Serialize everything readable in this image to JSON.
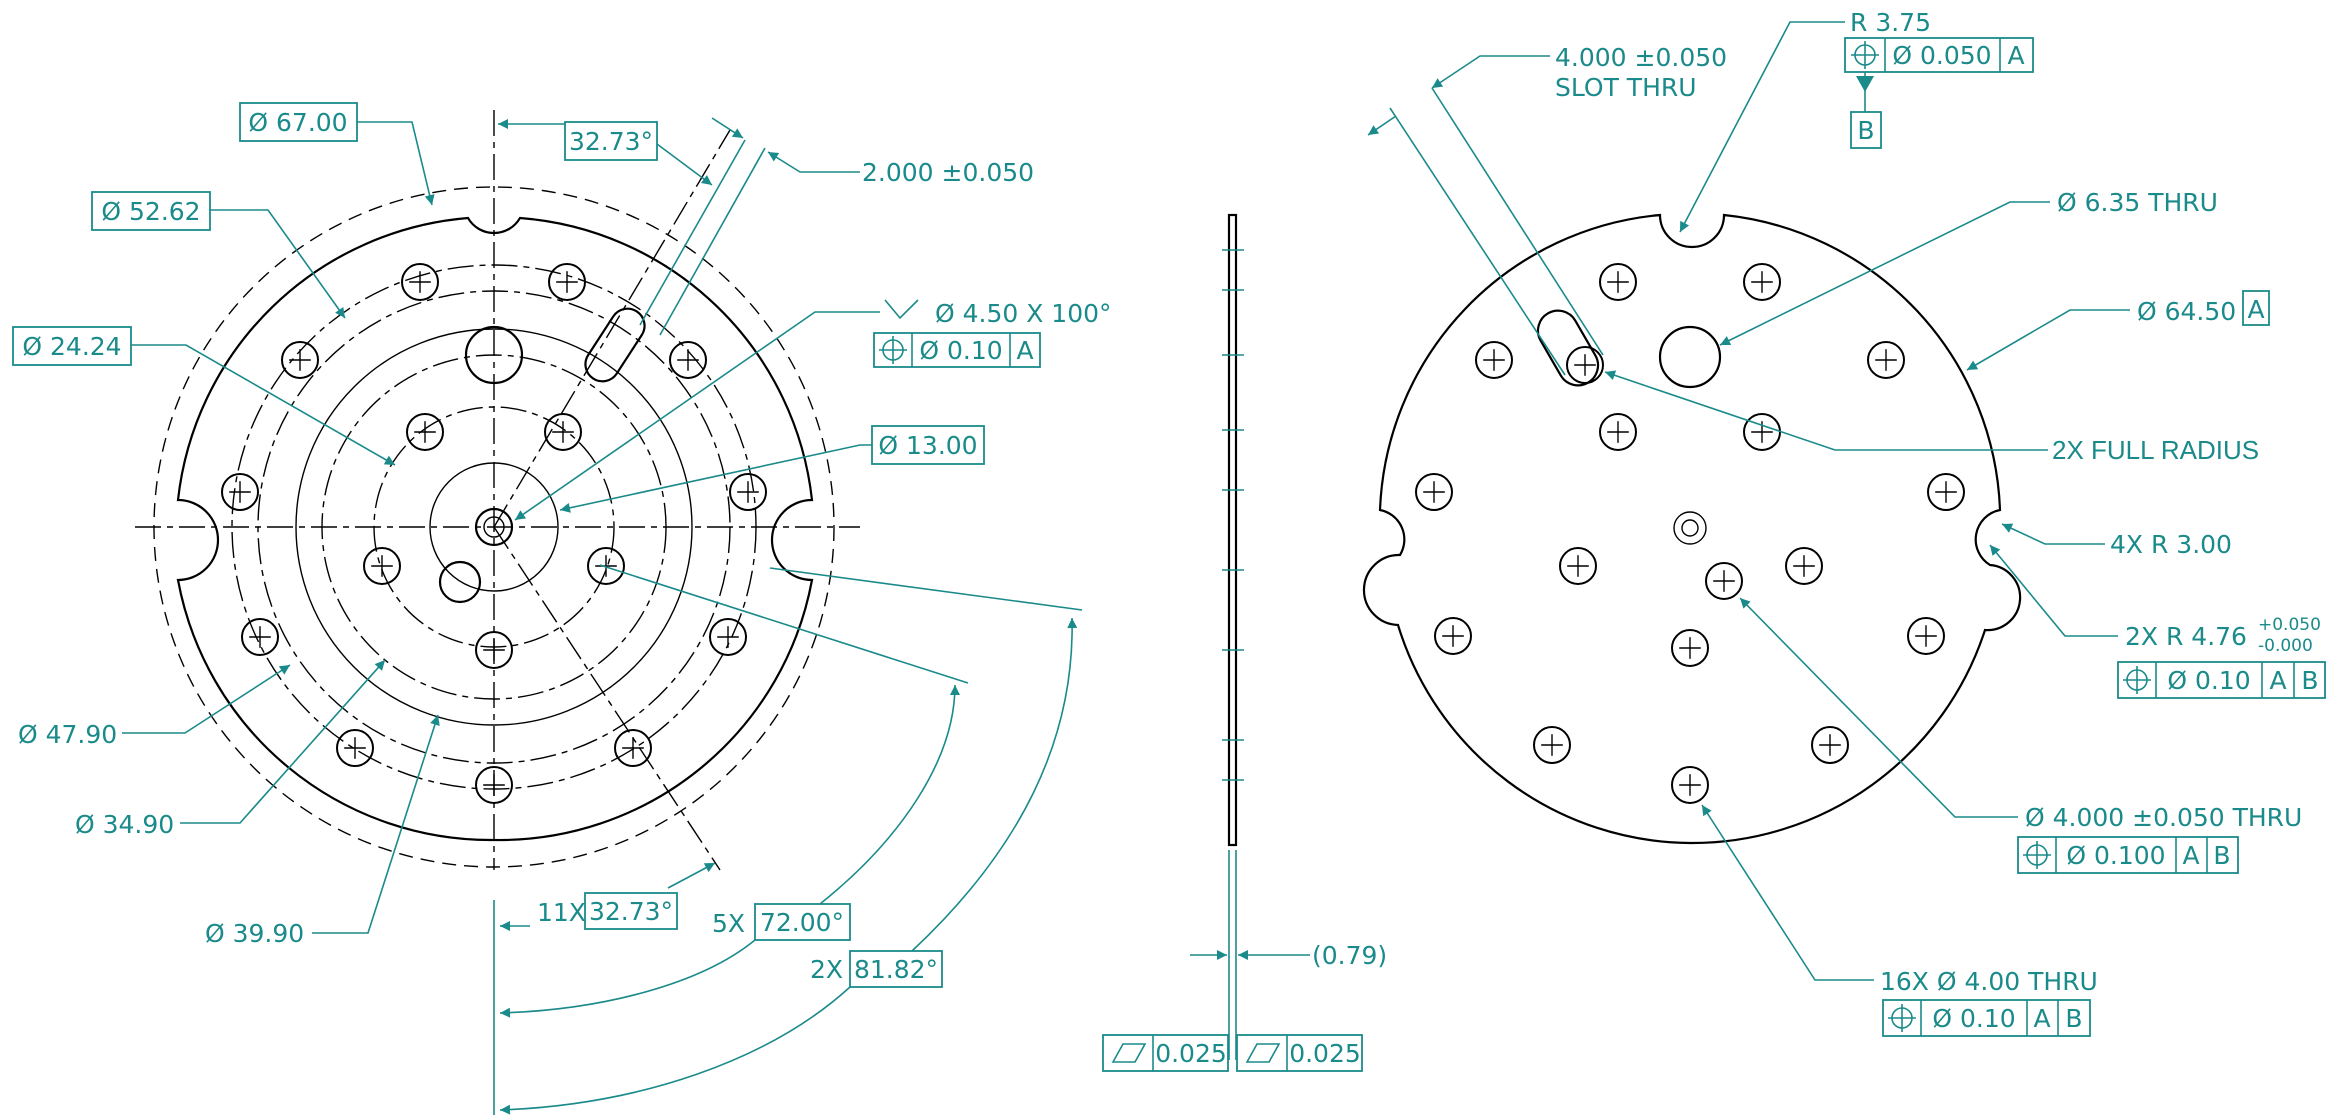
{
  "colors": {
    "annotation": "#1a8a8a",
    "geometry": "#000000",
    "background": "#ffffff"
  },
  "left_view": {
    "d67": "Ø 67.00",
    "d52": "Ø 52.62",
    "d24": "Ø 24.24",
    "d47": "Ø 47.90",
    "d34": "Ø 34.90",
    "d39": "Ø 39.90",
    "angle_top": "32.73°",
    "slot_width": "2.000 ±0.050",
    "csk": "Ø 4.50 X 100°",
    "csk_fcf": [
      "Ø 0.10",
      "A"
    ],
    "d13": "Ø 13.00",
    "ang11_prefix": "11X",
    "ang11": "32.73°",
    "ang5_prefix": "5X",
    "ang5": "72.00°",
    "ang2_prefix": "2X",
    "ang2": "81.82°"
  },
  "side_view": {
    "thickness": "(0.79)",
    "flat1": "0.025",
    "flat2": "0.025"
  },
  "right_view": {
    "r375": "R 3.75",
    "r375_fcf": [
      "Ø 0.050",
      "A"
    ],
    "datum_b": "B",
    "slot": "4.000 ±0.050",
    "slot2": "SLOT THRU",
    "d635": "Ø 6.35 THRU",
    "d645": "Ø 64.50",
    "datum_a": "A",
    "full_radius": "2X FULL RADIUS",
    "r300": "4X R 3.00",
    "r476": "2X R 4.76",
    "r476_tol_plus": "+0.050",
    "r476_tol_minus": "-0.000",
    "r476_fcf": [
      "Ø 0.10",
      "A",
      "B"
    ],
    "d4000": "Ø 4.000 ±0.050 THRU",
    "d4000_fcf": [
      "Ø 0.100",
      "A",
      "B"
    ],
    "holes16": "16X Ø 4.00 THRU",
    "holes16_fcf": [
      "Ø 0.10",
      "A",
      "B"
    ]
  }
}
